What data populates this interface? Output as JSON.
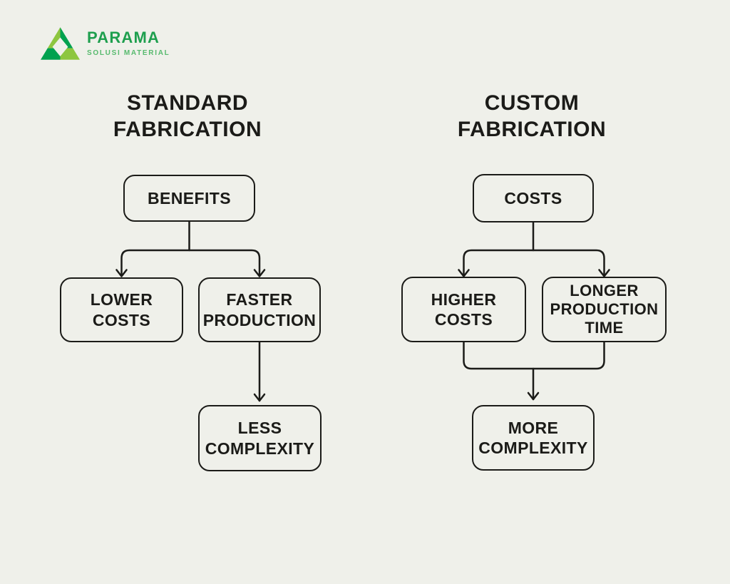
{
  "colors": {
    "background": "#EFF0EA",
    "line": "#1B1B18",
    "logo_light_green": "#8DC63F",
    "logo_dark_green": "#00A14F",
    "brand_text_green": "#1E9F4E",
    "tagline_text_green": "#57BA6E"
  },
  "logo": {
    "name": "PARAMA",
    "tagline": "SOLUSI MATERIAL"
  },
  "diagram": {
    "left": {
      "title": {
        "lines": [
          "STANDARD",
          "FABRICATION"
        ]
      },
      "boxes": {
        "root": {
          "lines": [
            "BENEFITS"
          ]
        },
        "child1": {
          "lines": [
            "LOWER",
            "COSTS"
          ]
        },
        "child2": {
          "lines": [
            "FASTER",
            "PRODUCTION"
          ]
        },
        "leaf": {
          "lines": [
            "LESS",
            "COMPLEXITY"
          ]
        }
      }
    },
    "right": {
      "title": {
        "lines": [
          "CUSTOM",
          "FABRICATION"
        ]
      },
      "boxes": {
        "root": {
          "lines": [
            "COSTS"
          ]
        },
        "child1": {
          "lines": [
            "HIGHER",
            "COSTS"
          ]
        },
        "child2": {
          "lines": [
            "LONGER",
            "PRODUCTION",
            "TIME"
          ]
        },
        "leaf": {
          "lines": [
            "MORE",
            "COMPLEXITY"
          ]
        }
      }
    }
  }
}
